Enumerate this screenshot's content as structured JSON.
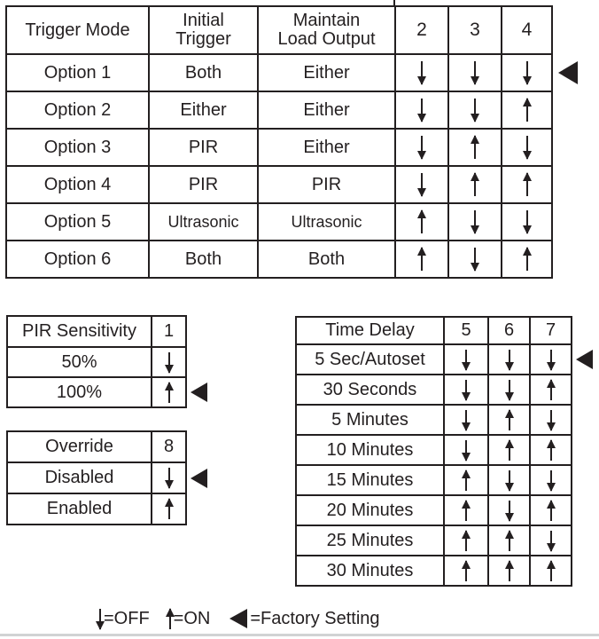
{
  "page": {
    "background": "#ffffff",
    "text_color": "#231f20",
    "border_color": "#231f20",
    "divider_color": "#d1d3d4"
  },
  "trigger_table": {
    "col_trigger_mode": "Trigger Mode",
    "col_initial": "Initial\nTrigger",
    "col_maintain": "Maintain\nLoad Output",
    "col_sw2": "2",
    "col_sw3": "3",
    "col_sw4": "4",
    "rows": [
      {
        "mode": "Option 1",
        "initial": "Both",
        "maintain": "Either",
        "sw2": "down",
        "sw3": "down",
        "sw4": "down",
        "factory": true
      },
      {
        "mode": "Option 2",
        "initial": "Either",
        "maintain": "Either",
        "sw2": "down",
        "sw3": "down",
        "sw4": "up",
        "factory": false
      },
      {
        "mode": "Option 3",
        "initial": "PIR",
        "maintain": "Either",
        "sw2": "down",
        "sw3": "up",
        "sw4": "down",
        "factory": false
      },
      {
        "mode": "Option 4",
        "initial": "PIR",
        "maintain": "PIR",
        "sw2": "down",
        "sw3": "up",
        "sw4": "up",
        "factory": false
      },
      {
        "mode": "Option 5",
        "initial": "Ultrasonic",
        "maintain": "Ultrasonic",
        "sw2": "up",
        "sw3": "down",
        "sw4": "down",
        "factory": false
      },
      {
        "mode": "Option 6",
        "initial": "Both",
        "maintain": "Both",
        "sw2": "up",
        "sw3": "down",
        "sw4": "up",
        "factory": false
      }
    ]
  },
  "pir_table": {
    "title": "PIR Sensitivity",
    "switch_col": "1",
    "rows": [
      {
        "label": "50%",
        "sw1": "down",
        "factory": false
      },
      {
        "label": "100%",
        "sw1": "up",
        "factory": true
      }
    ]
  },
  "override_table": {
    "title": "Override",
    "switch_col": "8",
    "rows": [
      {
        "label": "Disabled",
        "sw8": "down",
        "factory": true
      },
      {
        "label": "Enabled",
        "sw8": "up",
        "factory": false
      }
    ]
  },
  "time_delay_table": {
    "title": "Time Delay",
    "switch_cols": [
      "5",
      "6",
      "7"
    ],
    "rows": [
      {
        "label": "5 Sec/Autoset",
        "sw5": "down",
        "sw6": "down",
        "sw7": "down",
        "factory": true
      },
      {
        "label": "30 Seconds",
        "sw5": "down",
        "sw6": "down",
        "sw7": "up",
        "factory": false
      },
      {
        "label": "5 Minutes",
        "sw5": "down",
        "sw6": "up",
        "sw7": "down",
        "factory": false
      },
      {
        "label": "10 Minutes",
        "sw5": "down",
        "sw6": "up",
        "sw7": "up",
        "factory": false
      },
      {
        "label": "15 Minutes",
        "sw5": "up",
        "sw6": "down",
        "sw7": "down",
        "factory": false
      },
      {
        "label": "20 Minutes",
        "sw5": "up",
        "sw6": "down",
        "sw7": "up",
        "factory": false
      },
      {
        "label": "25 Minutes",
        "sw5": "up",
        "sw6": "up",
        "sw7": "down",
        "factory": false
      },
      {
        "label": "30 Minutes",
        "sw5": "up",
        "sw6": "up",
        "sw7": "up",
        "factory": false
      }
    ]
  },
  "legend": {
    "off_symbol": "down",
    "off_label": "=OFF",
    "on_symbol": "up",
    "on_label": "=ON",
    "factory_label": "=Factory Setting"
  }
}
